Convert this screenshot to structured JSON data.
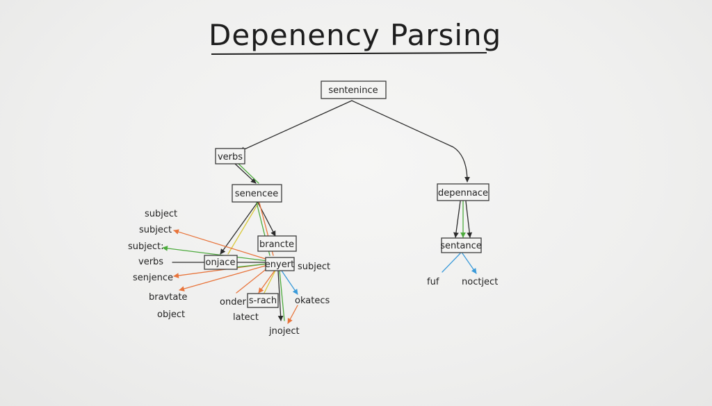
{
  "title": "Depenency Parsing",
  "colors": {
    "ink": "#2b2b2b",
    "orange": "#e8743b",
    "green": "#4caa3c",
    "yellow": "#d9c93a",
    "blue": "#3a9ad9",
    "background": "#efefee"
  },
  "nodes": {
    "root": "sentenince",
    "verbs": "verbs",
    "sentence2": "senencee",
    "brancte": "brancte",
    "onjace": "onjace",
    "enyert": "enyert",
    "srach": "s-rach",
    "dependence": "depennace",
    "sentance": "sentance"
  },
  "labels": {
    "left": [
      "subject",
      "subject",
      "subject:",
      "verbs",
      "senjence",
      "bravtate",
      "object"
    ],
    "subject_right": "subject",
    "onder": "onder",
    "lateet": "latect",
    "okatecs": "okatecs",
    "jnoject": "jnoject",
    "fuf": "fuf",
    "noctject": "noctject"
  }
}
